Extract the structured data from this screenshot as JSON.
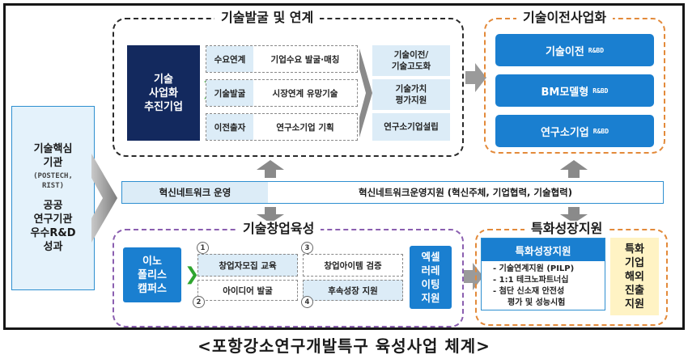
{
  "left_column": {
    "line1": "기술핵심",
    "line2": "기관",
    "sub1": "(POSTECH,",
    "sub2": "RIST)",
    "line3": "공공",
    "line4": "연구기관",
    "line5": "우수R&D",
    "line6": "성과"
  },
  "discovery": {
    "title": "기술발굴 및 연계",
    "navy": [
      "기술",
      "사업화",
      "추진기업"
    ],
    "rows": [
      {
        "label": "수요연계",
        "desc": "기업수요 발굴·매칭"
      },
      {
        "label": "기술발굴",
        "desc": "시장연계 유망기술"
      },
      {
        "label": "이전출자",
        "desc": "연구소기업 기획"
      }
    ],
    "right": [
      [
        "기술이전/",
        "기술고도화"
      ],
      [
        "기술가치",
        "평가지원"
      ],
      [
        "연구소기업설립"
      ]
    ]
  },
  "transfer": {
    "title": "기술이전사업화",
    "buttons": [
      {
        "label": "기술이전",
        "tag": "R&BD"
      },
      {
        "label": "BM모델형",
        "tag": "R&BD"
      },
      {
        "label": "연구소기업",
        "tag": "R&BD"
      }
    ]
  },
  "network": {
    "left": "혁신네트워크 운영",
    "right": "혁신네트워크운영지원 (혁신주체, 기업협력, 기술협력)"
  },
  "startup": {
    "title": "기술창업육성",
    "innopolis": [
      "이노",
      "폴리스",
      "캠퍼스"
    ],
    "items": [
      {
        "num": "1",
        "text": "창업자모집 교육"
      },
      {
        "num": "2",
        "text": "아이디어 발굴"
      },
      {
        "num": "3",
        "text": "창업아이템 검증"
      },
      {
        "num": "4",
        "text": "후속성장 지원"
      }
    ],
    "accelerating": [
      "엑셀",
      "러레",
      "이팅",
      "지원"
    ]
  },
  "specialized": {
    "title": "특화성장지원",
    "header": "특화성장지원",
    "bullets": [
      "- 기술연계지원 (PILP)",
      "- 1:1 테크노파트너십",
      "- 첨단 신소재 안전성",
      "평가 및 성능시험"
    ],
    "side": [
      "특화",
      "기업",
      "해외",
      "진출",
      "지원"
    ]
  },
  "caption": "<포항강소연구개발특구 육성사업 체계>",
  "colors": {
    "navy": "#13295e",
    "blue": "#1a7fd0",
    "light_blue": "#dcecf7",
    "orange": "#e38a3a",
    "purple": "#8b5fb0",
    "green_chevron": "#2fa52f",
    "yellow": "#fff3c4"
  }
}
